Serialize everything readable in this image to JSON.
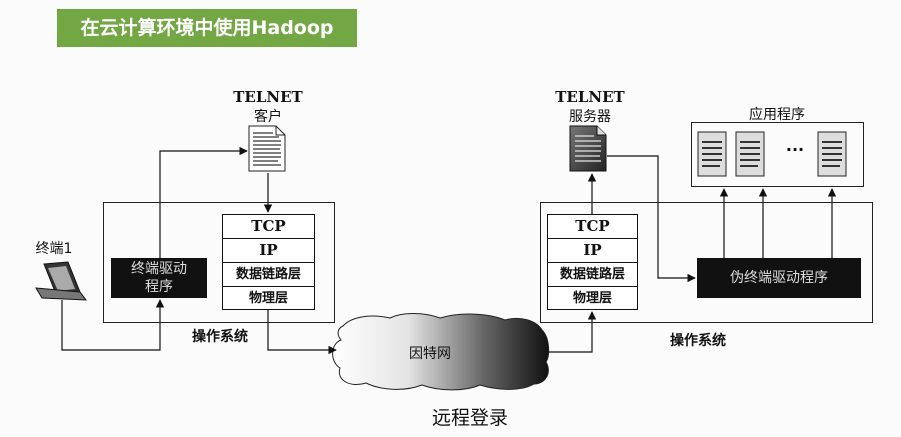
{
  "banner": {
    "title": "在云计算环境中使用Hadoop"
  },
  "left": {
    "client_line1": "TELNET",
    "client_line2": "客户",
    "terminal_label": "终端1",
    "driver_line1": "终端驱动",
    "driver_line2": "程序",
    "stack": [
      "TCP",
      "IP",
      "数据链路层",
      "物理层"
    ],
    "os_label": "操作系统"
  },
  "right": {
    "server_line1": "TELNET",
    "server_line2": "服务器",
    "apps_label": "应用程序",
    "apps_ellipsis": "···",
    "pseudo_driver": "伪终端驱动程序",
    "stack": [
      "TCP",
      "IP",
      "数据链路层",
      "物理层"
    ],
    "os_label": "操作系统"
  },
  "network": {
    "label": "因特网"
  },
  "caption": "远程登录"
}
